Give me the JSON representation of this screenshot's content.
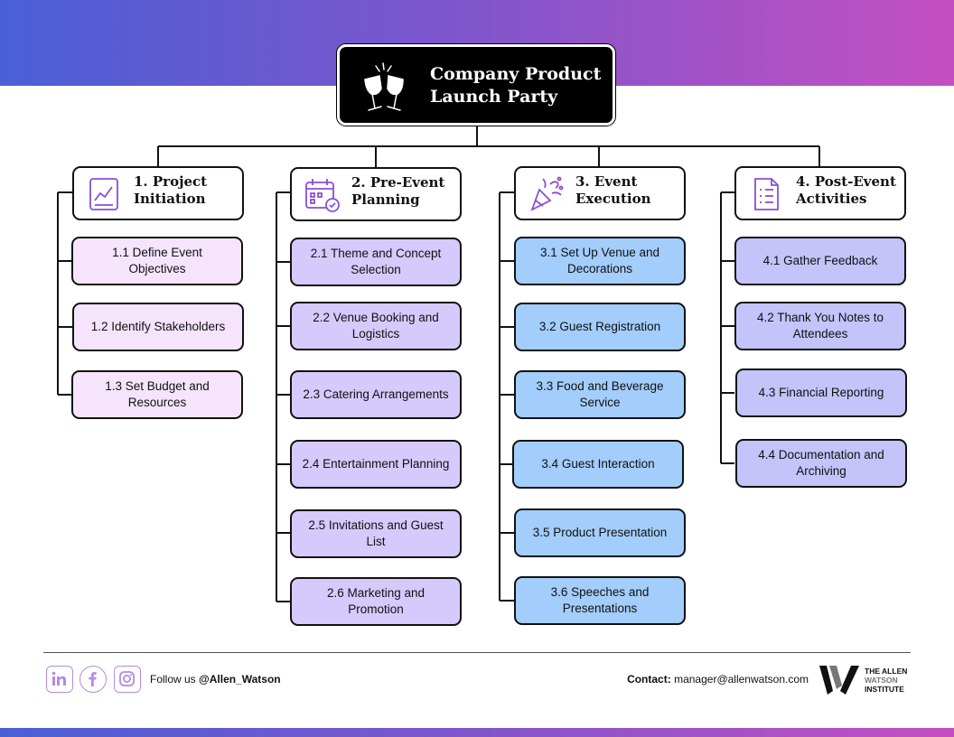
{
  "root": {
    "title": "Company Product Launch Party",
    "icon": "champagne-glasses-icon"
  },
  "categories": [
    {
      "title": "1. Project Initiation",
      "icon": "chart-report-icon",
      "items": [
        "1.1 Define Event Objectives",
        "1.2 Identify Stakeholders",
        "1.3 Set Budget and Resources"
      ]
    },
    {
      "title": "2. Pre-Event Planning",
      "icon": "calendar-check-icon",
      "items": [
        "2.1 Theme and Concept Selection",
        "2.2 Venue Booking and Logistics",
        "2.3 Catering Arrangements",
        "2.4 Entertainment Planning",
        "2.5 Invitations and Guest List",
        "2.6 Marketing and Promotion"
      ]
    },
    {
      "title": "3. Event Execution",
      "icon": "party-popper-icon",
      "items": [
        "3.1 Set Up Venue and Decorations",
        "3.2 Guest Registration",
        "3.3 Food and Beverage Service",
        "3.4 Guest Interaction",
        "3.5 Product Presentation",
        "3.6 Speeches and Presentations"
      ]
    },
    {
      "title": "4. Post-Event Activities",
      "icon": "checklist-document-icon",
      "items": [
        "4.1 Gather Feedback",
        "4.2 Thank You Notes to Attendees",
        "4.3 Financial Reporting",
        "4.4 Documentation and Archiving"
      ]
    }
  ],
  "footer": {
    "follow_prefix": "Follow us ",
    "handle": "@Allen_Watson",
    "contact_label": "Contact:",
    "contact_email": "manager@allenwatson.com",
    "logo_line1": "THE ALLEN",
    "logo_line2": "WATSON",
    "logo_line3": "INSTITUTE"
  },
  "colors": {
    "band_start": "#4a5fd6",
    "band_end": "#c44fc2",
    "phase1_fill": "#f5e4fb",
    "phase2_fill": "#d5cafb",
    "phase3_fill": "#a3cdfb",
    "phase4_fill": "#c4c3fa"
  }
}
